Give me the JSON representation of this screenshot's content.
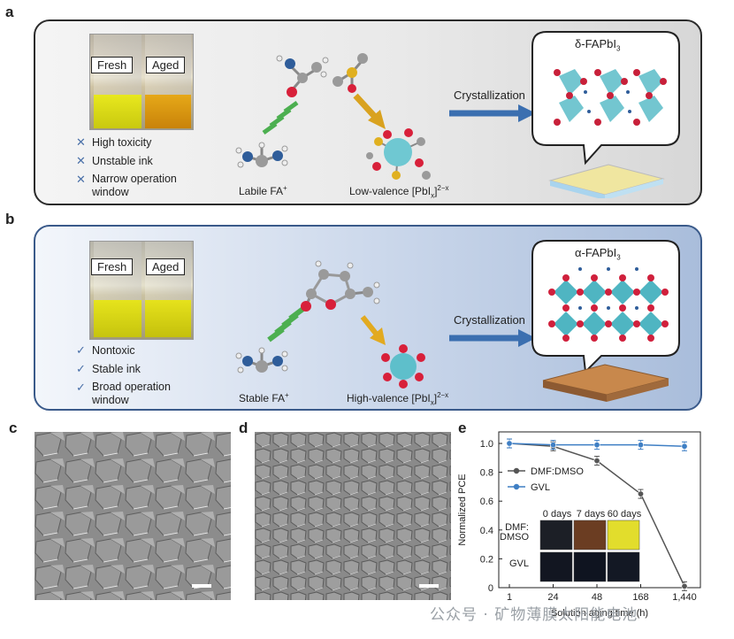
{
  "panels": {
    "a": {
      "letter": "a",
      "vials": [
        "Fresh",
        "Aged"
      ],
      "bullets": [
        "High toxicity",
        "Unstable ink",
        "Narrow operation window"
      ],
      "bullet_mark": "✕",
      "molecule_left": "Labile FA",
      "molecule_left_sup": "+",
      "molecule_right": "Low-valence [PbI",
      "molecule_right_sub": "x",
      "molecule_right_tail": "]",
      "molecule_right_sup": "2−x",
      "arrow_label": "Crystallization",
      "phase_prefix": "δ-FAPbI",
      "phase_sub": "3"
    },
    "b": {
      "letter": "b",
      "vials": [
        "Fresh",
        "Aged"
      ],
      "bullets": [
        "Nontoxic",
        "Stable ink",
        "Broad operation window"
      ],
      "bullet_mark": "✓",
      "molecule_left": "Stable FA",
      "molecule_left_sup": "+",
      "molecule_right": "High-valence [PbI",
      "molecule_right_sub": "x",
      "molecule_right_tail": "]",
      "molecule_right_sup": "2−x",
      "arrow_label": "Crystallization",
      "phase_prefix": "α-FAPbI",
      "phase_sub": "3"
    },
    "c": {
      "letter": "c"
    },
    "d": {
      "letter": "d"
    },
    "e": {
      "letter": "e"
    }
  },
  "colors": {
    "dmf_series": "#555555",
    "gvl_series": "#3f7fc4",
    "arrow_blue": "#3b6fb0",
    "arrow_gold": "#d9a21f",
    "h_bond_green": "#4caf50"
  },
  "chart_data": {
    "type": "line",
    "xlabel": "Solution aging time (h)",
    "ylabel": "Normalized PCE",
    "x_ticks": [
      "1",
      "24",
      "48",
      "168",
      "1,440"
    ],
    "x_positions": [
      0,
      1,
      2,
      3,
      4
    ],
    "y_ticks": [
      "0",
      "0.2",
      "0.4",
      "0.6",
      "0.8",
      "1.0"
    ],
    "ylim": [
      0,
      1.08
    ],
    "series": [
      {
        "name": "DMF:DMSO",
        "color": "#555555",
        "values": [
          1.0,
          0.98,
          0.88,
          0.65,
          0.01
        ]
      },
      {
        "name": "GVL",
        "color": "#3f7fc4",
        "values": [
          1.0,
          0.99,
          0.99,
          0.99,
          0.98
        ]
      }
    ],
    "legend": "top-right",
    "inset": {
      "columns": [
        "0 days",
        "7 days",
        "60 days"
      ],
      "rows": [
        "DMF:\nDMSO",
        "GVL"
      ]
    }
  },
  "watermark": "公众号 · 矿物薄膜太阳能电池"
}
